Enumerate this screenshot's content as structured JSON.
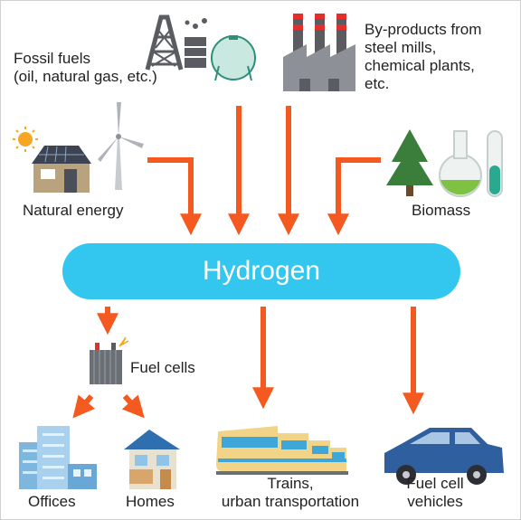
{
  "colors": {
    "arrow": "#f4591f",
    "hub": "#33c6ee",
    "icon_gray": "#5a5c61",
    "plant_red": "#e0302b",
    "tree_green": "#3b7d3a",
    "flask_green": "#7fc242",
    "train_yellow": "#f1d488",
    "train_blue": "#3fa7d7",
    "car_blue": "#2f5f9e"
  },
  "sources": {
    "fossil": "Fossil fuels\n(oil, natural gas, etc.)",
    "byproducts": "By-products from\nsteel mills,\nchemical plants,\netc.",
    "natural": "Natural energy",
    "biomass": "Biomass"
  },
  "hub": {
    "label": "Hydrogen"
  },
  "uses": {
    "fuel_cells": "Fuel cells",
    "offices": "Offices",
    "homes": "Homes",
    "trains": "Trains,\nurban transportation",
    "vehicles": "Fuel cell\nvehicles"
  },
  "icons": [
    "oil-derrick-icon",
    "gas-tank-icon",
    "factory-icon",
    "sun-icon",
    "house-solar-icon",
    "wind-turbine-icon",
    "tree-icon",
    "flask-icon",
    "test-tube-icon",
    "fuel-cell-icon",
    "office-building-icon",
    "home-icon",
    "train-icon",
    "car-icon"
  ]
}
